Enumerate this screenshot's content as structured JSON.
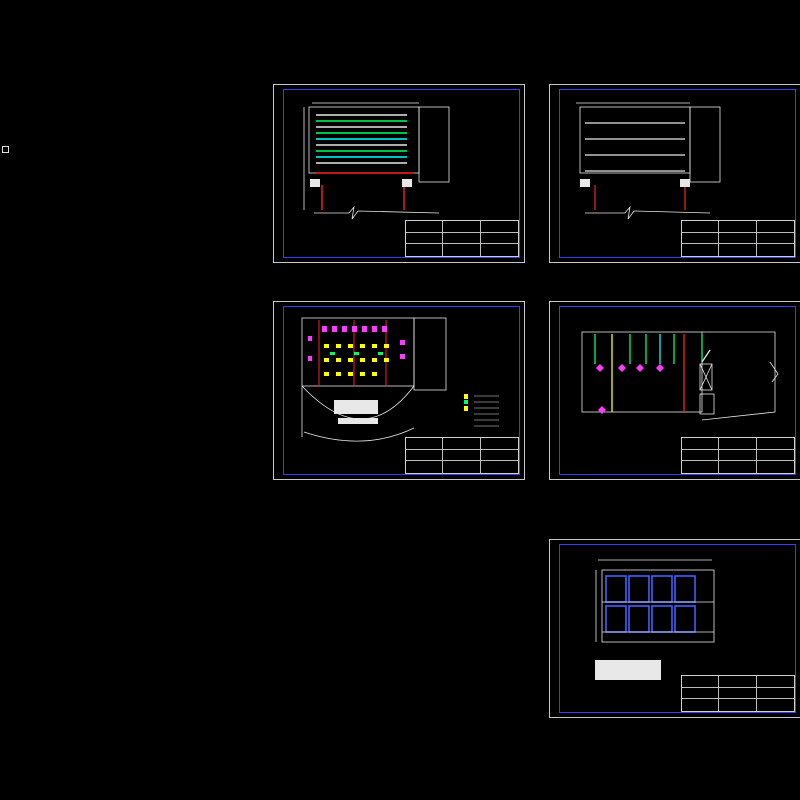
{
  "canvas": {
    "background": "#000000"
  },
  "colors": {
    "frame": "#c8c8c8",
    "inner_border": "#3b3bff",
    "line_white": "#e8e8e8",
    "line_cyan": "#00ffff",
    "line_green": "#00ff66",
    "line_red": "#ff2020",
    "line_magenta": "#ff3cff",
    "line_yellow": "#ffff00",
    "line_blue": "#4060ff"
  },
  "sheets": [
    {
      "id": "sheet-1",
      "drawing": "plan-rows"
    },
    {
      "id": "sheet-2",
      "drawing": "plan-plain"
    },
    {
      "id": "sheet-3",
      "drawing": "plan-seating"
    },
    {
      "id": "sheet-4",
      "drawing": "section"
    },
    {
      "id": "sheet-5",
      "drawing": "elevation-grid"
    }
  ]
}
